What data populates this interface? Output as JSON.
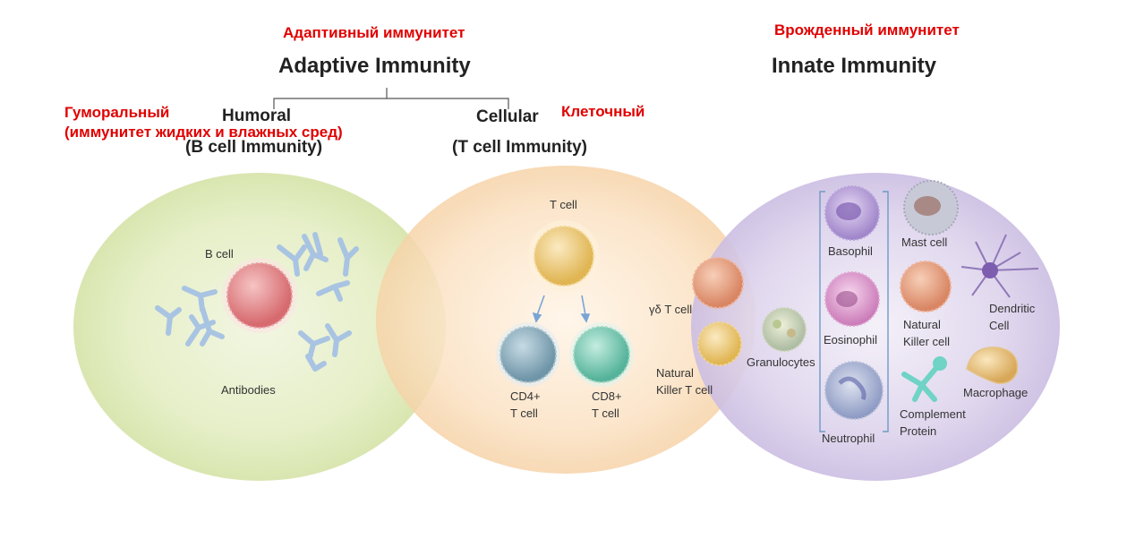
{
  "russian": {
    "adaptive": "Адаптивный иммунитет",
    "innate": "Врожденный иммунитет",
    "humoral_1": "Гуморальный",
    "humoral_2": "(иммунитет жидких и влажных сред)",
    "cellular": "Клеточный"
  },
  "headings": {
    "adaptive": "Adaptive Immunity",
    "innate": "Innate Immunity",
    "humoral_1": "Humoral",
    "humoral_2": "(B cell Immunity)",
    "cellular_1": "Cellular",
    "cellular_2": "(T cell Immunity)"
  },
  "cells": {
    "b_cell": "B cell",
    "antibodies": "Antibodies",
    "t_cell": "T cell",
    "cd4_1": "CD4+",
    "cd4_2": "T cell",
    "cd8_1": "CD8+",
    "cd8_2": "T cell",
    "gd_t_cell": "γδ T cell",
    "nkt_1": "Natural",
    "nkt_2": "Killer T cell",
    "granulocytes": "Granulocytes",
    "basophil": "Basophil",
    "eosinophil": "Eosinophil",
    "neutrophil": "Neutrophil",
    "mast_cell": "Mast cell",
    "nk_1": "Natural",
    "nk_2": "Killer cell",
    "complement_1": "Complement",
    "complement_2": "Protein",
    "dendritic_1": "Dendritic",
    "dendritic_2": "Cell",
    "macrophage": "Macrophage"
  },
  "colors": {
    "humoral_zone": "#e6efc8",
    "cellular_zone": "#fbe2c4",
    "innate_zone": "#ddd3ec",
    "russian_text": "#e00000"
  }
}
